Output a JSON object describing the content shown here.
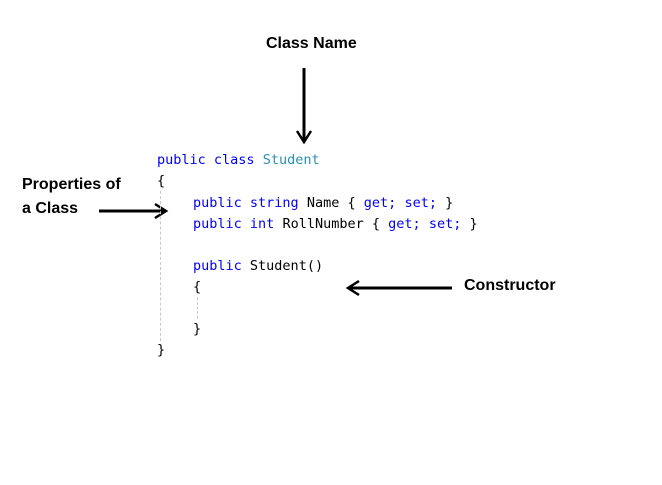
{
  "labels": {
    "class_name": "Class Name",
    "properties_line1": "Properties of",
    "properties_line2": "a Class",
    "constructor": "Constructor"
  },
  "code": {
    "line1": {
      "kw1": "public",
      "kw2": "class",
      "type": "Student"
    },
    "line2": {
      "brace": "{"
    },
    "line3": {
      "kw1": "public",
      "kw2": "string",
      "name": "Name",
      "open": "{",
      "get": "get;",
      "set": "set;",
      "close": "}"
    },
    "line4": {
      "kw1": "public",
      "kw2": "int",
      "name": "RollNumber",
      "open": "{",
      "get": "get;",
      "set": "set;",
      "close": "}"
    },
    "line5": {
      "kw1": "public",
      "ctor": "Student()"
    },
    "line6": {
      "brace": "{"
    },
    "line7": {
      "brace": "}"
    },
    "line8": {
      "brace": "}"
    }
  },
  "colors": {
    "keyword": "#0000ff",
    "type_name": "#2b91af",
    "text": "#000000",
    "guide": "#c8c8c8"
  }
}
